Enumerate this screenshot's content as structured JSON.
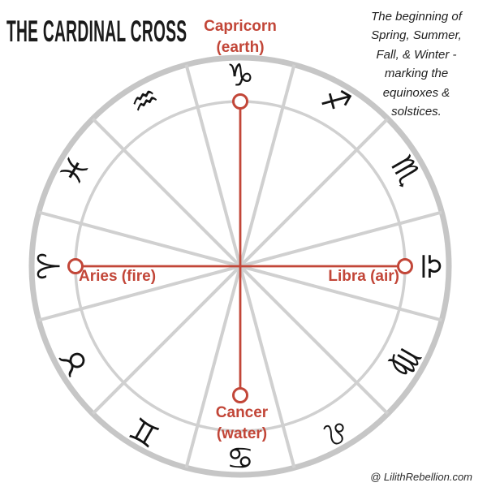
{
  "page": {
    "title": "THE CARDINAL CROSS",
    "watermark": "@ LilithRebellion.com",
    "description": {
      "lines": [
        "The beginning of",
        "Spring, Summer,",
        "Fall, & Winter -",
        "marking the",
        "equinoxes &",
        "solstices."
      ]
    }
  },
  "cardinal_labels": {
    "top": {
      "line1": "Capricorn",
      "line2": "(earth)"
    },
    "left": {
      "line1": "Aries (fire)"
    },
    "right": {
      "line1": "Libra (air)"
    },
    "bottom": {
      "line1": "Cancer",
      "line2": "(water)"
    }
  },
  "wheel": {
    "signs": [
      {
        "name": "Capricorn",
        "glyph": "♑"
      },
      {
        "name": "Aquarius",
        "glyph": "♒"
      },
      {
        "name": "Pisces",
        "glyph": "♓"
      },
      {
        "name": "Aries",
        "glyph": "♈"
      },
      {
        "name": "Taurus",
        "glyph": "♉"
      },
      {
        "name": "Gemini",
        "glyph": "♊"
      },
      {
        "name": "Cancer",
        "glyph": "♋"
      },
      {
        "name": "Leo",
        "glyph": "♌"
      },
      {
        "name": "Virgo",
        "glyph": "♍"
      },
      {
        "name": "Libra",
        "glyph": "♎"
      },
      {
        "name": "Scorpio",
        "glyph": "♏"
      },
      {
        "name": "Sagittarius",
        "glyph": "♐"
      }
    ]
  },
  "colors": {
    "accent_red": "#c24638",
    "wheel_outer_gray": "#c6c6c6",
    "wheel_inner_gray": "#d0d0d0",
    "text_black": "#1b1b1b"
  }
}
